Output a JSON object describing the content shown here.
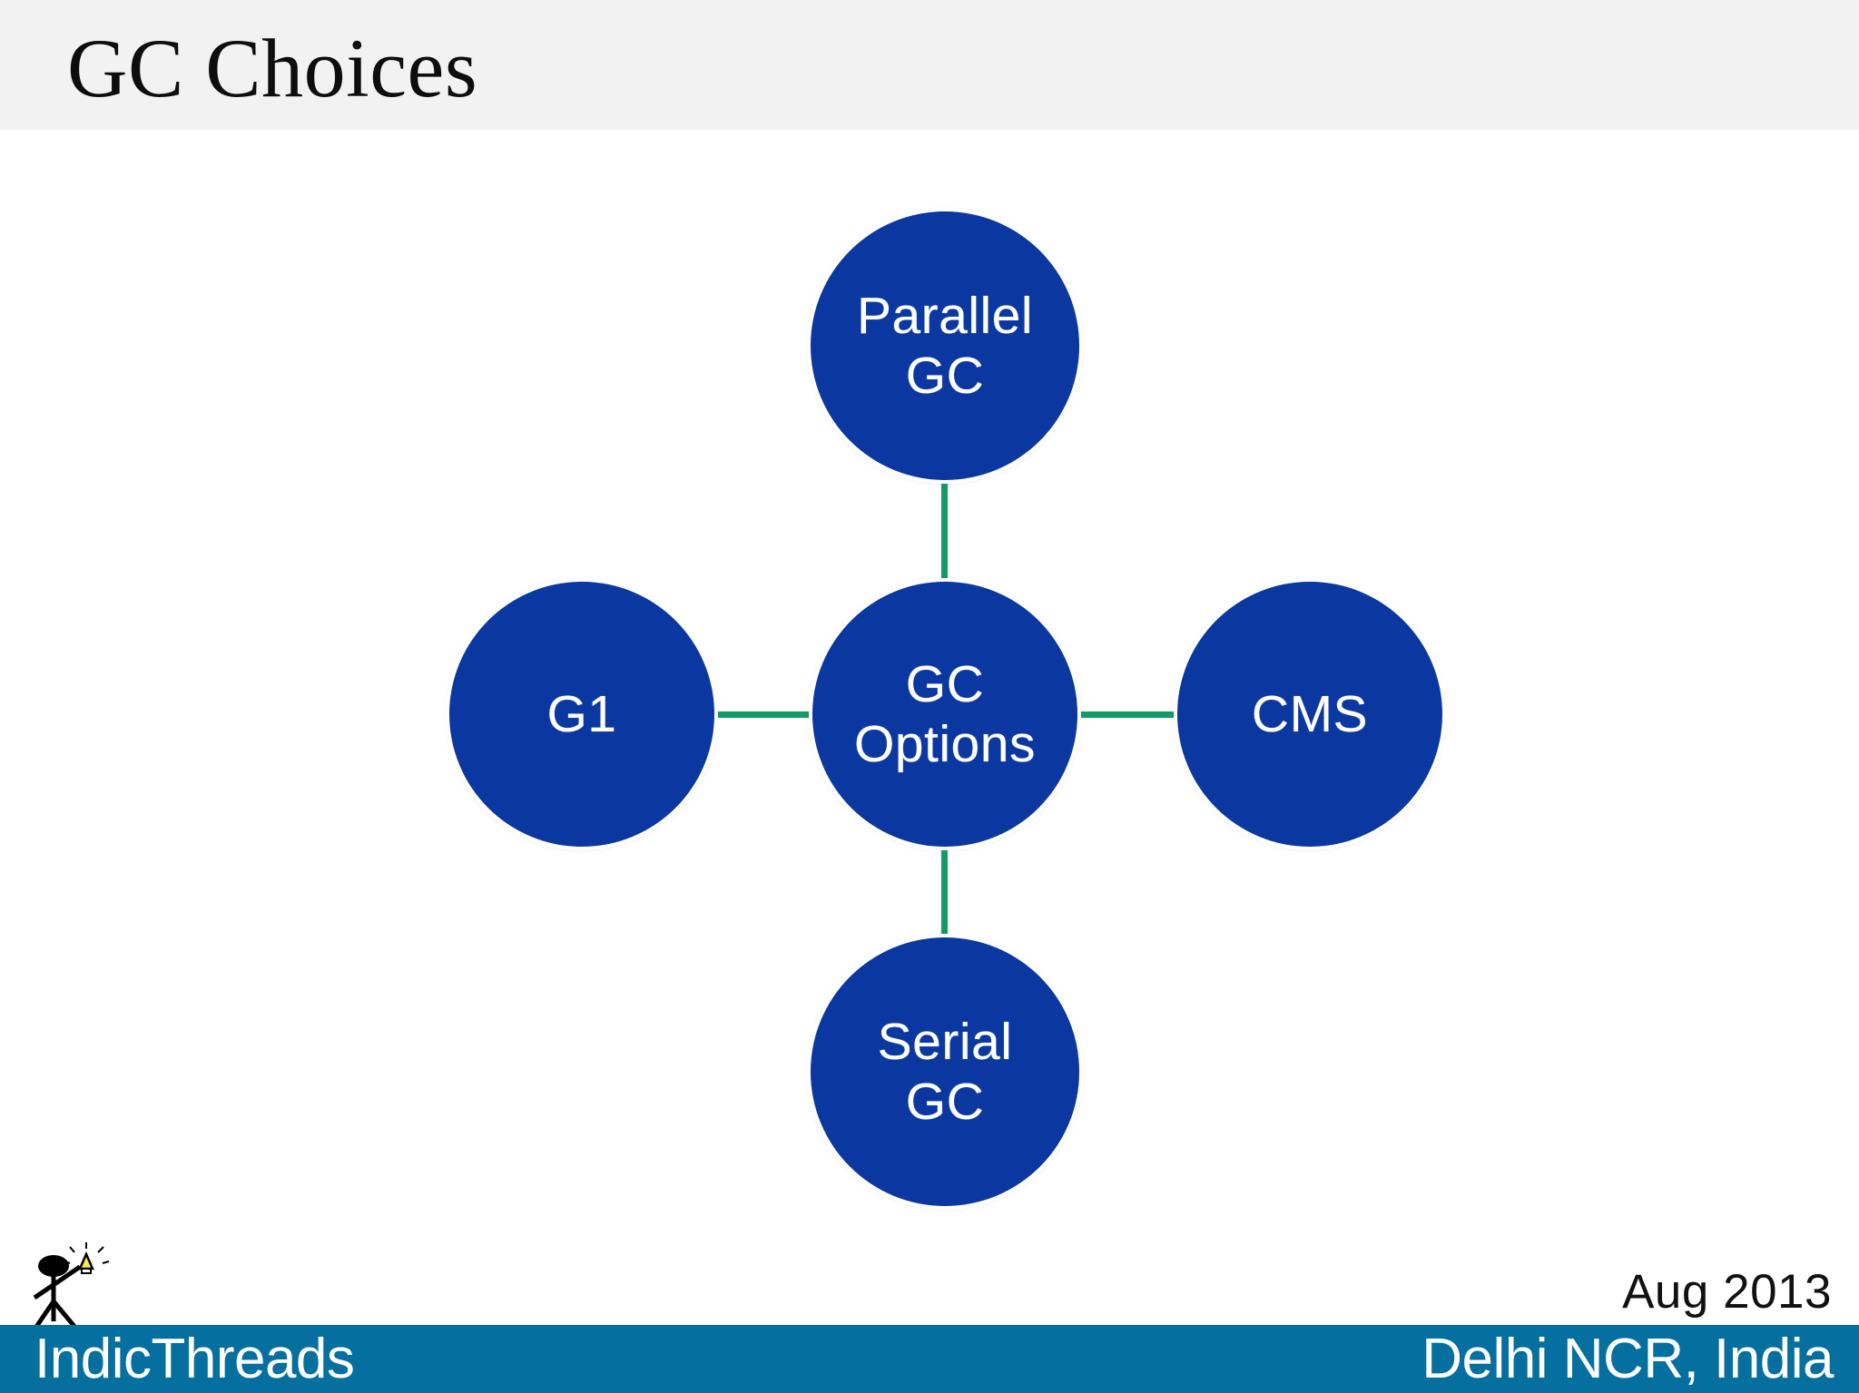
{
  "slide": {
    "title": "GC Choices",
    "background_color": "#ffffff",
    "header_band_color": "#f2f2f2"
  },
  "colors": {
    "node_blue": "#0a37a0",
    "connector_green": "#159a63",
    "footer_teal": "#05709f",
    "title_black": "#0d0d0d",
    "bulb_yellow": "#f5ea4f"
  },
  "diagram": {
    "type": "radial-hub-and-spoke",
    "center_node": {
      "id": "gc-options",
      "label": "GC\nOptions"
    },
    "satellite_nodes": [
      {
        "id": "parallel-gc",
        "label": "Parallel\nGC",
        "position": "top"
      },
      {
        "id": "cms",
        "label": "CMS",
        "position": "right"
      },
      {
        "id": "serial-gc",
        "label": "Serial\nGC",
        "position": "bottom"
      },
      {
        "id": "g1",
        "label": "G1",
        "position": "left"
      }
    ],
    "connectors": [
      {
        "from": "gc-options",
        "to": "parallel-gc"
      },
      {
        "from": "gc-options",
        "to": "cms"
      },
      {
        "from": "gc-options",
        "to": "serial-gc"
      },
      {
        "from": "gc-options",
        "to": "g1"
      }
    ]
  },
  "footer": {
    "brand": "IndicThreads",
    "location": "Delhi NCR, India",
    "date": "Aug 2013",
    "logo_name": "stick-figure-with-lightbulb-logo"
  }
}
